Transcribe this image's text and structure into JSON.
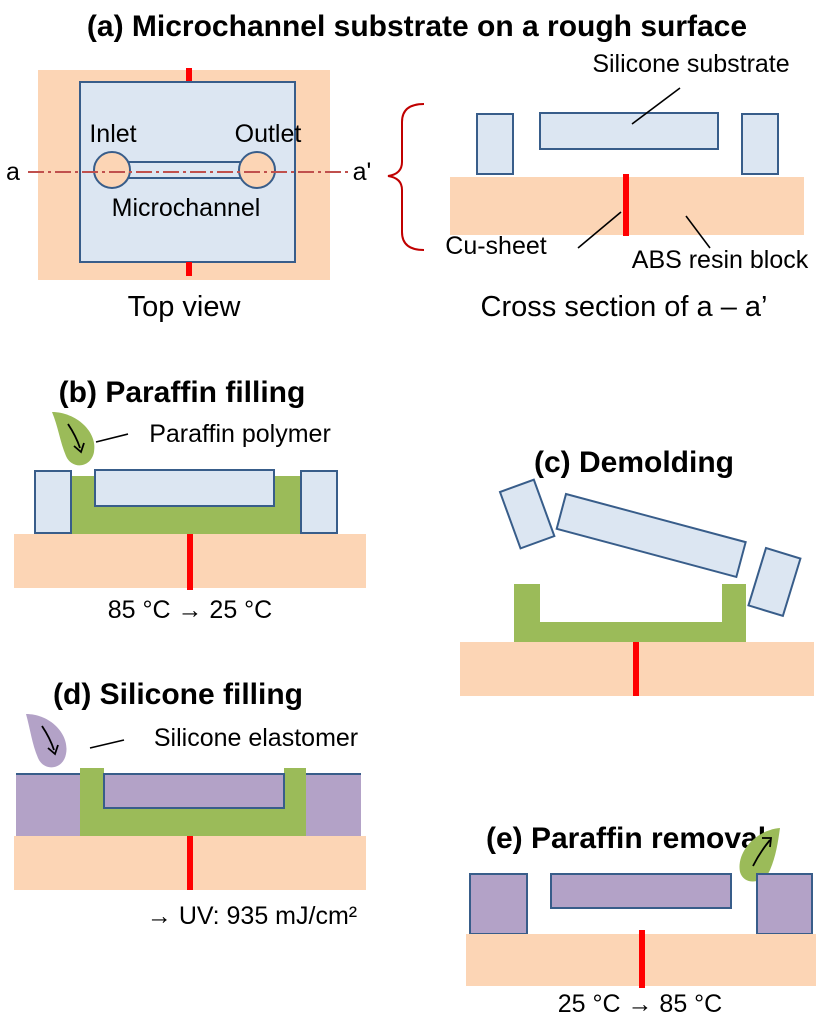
{
  "panel_a": {
    "title": "(a) Microchannel substrate on a rough surface",
    "top_view": {
      "label_inlet": "Inlet",
      "label_outlet": "Outlet",
      "label_microchannel": "Microchannel",
      "label_a": "a",
      "label_a_prime": "a'",
      "caption": "Top view"
    },
    "cross_section": {
      "label_silicone_substrate": "Silicone substrate",
      "label_cu_sheet": "Cu-sheet",
      "label_abs_resin": "ABS resin block",
      "caption": "Cross section of a – a’"
    }
  },
  "panel_b": {
    "title": "(b) Paraffin filling",
    "label_paraffin_polymer": "Paraffin polymer",
    "temperature": "85 °C → 25 °C"
  },
  "panel_c": {
    "title": "(c) Demolding"
  },
  "panel_d": {
    "title": "(d) Silicone filling",
    "label_silicone_elastomer": "Silicone elastomer",
    "uv_label": "→ UV: 935 mJ/cm²"
  },
  "panel_e": {
    "title": "(e) Paraffin removal",
    "temperature": "25 °C → 85 °C"
  },
  "colors": {
    "rough_surface": "#fcd5b5",
    "silicone_substrate": "#dce6f2",
    "outline": "#385d8a",
    "cu_sheet": "#ff0000",
    "paraffin": "#9bbb59",
    "silicone_elastomer": "#b3a2c7",
    "bracket": "#c00000",
    "axis_line": "#c0504d"
  }
}
